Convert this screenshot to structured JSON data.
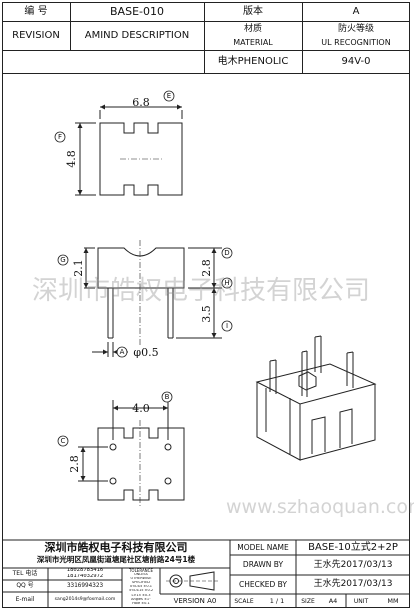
{
  "header": {
    "code_label": "编  号",
    "code_value": "BASE-010",
    "version_label": "版本",
    "version_value": "A",
    "revision_label": "REVISION",
    "amind_label": "AMIND DESCRIPTION",
    "material_cn": "材质",
    "material_en": "MATERIAL",
    "flame_cn": "防火等级",
    "flame_en": "UL RECOGNITION",
    "material_value": "电木PHENOLIC",
    "flame_value": "94V-0"
  },
  "dimensions": {
    "width": "6.8",
    "height": "4.8",
    "upper": "2.1",
    "body": "2.8",
    "pin_length": "3.5",
    "pin_dia": "φ0.5",
    "pitch": "4.0",
    "bottom_height": "2.8"
  },
  "callouts": {
    "A": "A",
    "B": "B",
    "C": "C",
    "D": "D",
    "E": "E",
    "F": "F",
    "G": "G",
    "H": "H",
    "I": "I"
  },
  "watermark": {
    "cn": "深圳市皓权电子科技有限公司",
    "en": "www.szhaoquan.com"
  },
  "footer": {
    "company": "深圳市皓权电子科技有限公司",
    "address": "深圳市光明区凤凰街道塘尾社区塘前路24号1楼",
    "tel_label": "TEL 电话",
    "tel_1": "18028783416",
    "tel_2": "18174032972",
    "qq_label": "QQ 号",
    "qq_value": "3316994323",
    "email_label": "E-mail",
    "email_value": "sang2014s9@foxmail.com",
    "tolerance_title": "TOLERANCE",
    "tol_unless": "UNLESS",
    "tol_otherwise": "OTHERWISE",
    "tol_specified": "SPECIFIED",
    "tol_row1": "0<L≤5  ±0.1",
    "tol_row2": "5<L≤15  ±0.2",
    "tol_row3": "L>15  ±0.3",
    "tol_row4": "Angles ±1°",
    "tol_row5": "Hole  ±0.1",
    "version_label": "VERSION A0",
    "model_label": "MODEL NAME",
    "model_value": "BASE-10立式2+2P",
    "drawn_label": "DRAWN BY",
    "drawn_value": "王水先2017/03/13",
    "checked_label": "CHECKED BY",
    "checked_value": "王水先2017/03/13",
    "scale_label": "SCALE",
    "scale_value": "1 / 1",
    "size_label": "SIZE",
    "size_value": "A4",
    "unit_label": "UNIT",
    "unit_value": "MM"
  }
}
